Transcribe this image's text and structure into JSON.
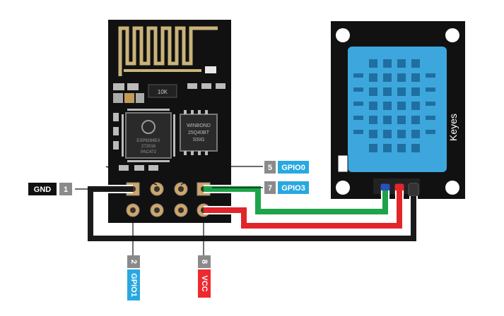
{
  "esp_module": {
    "chip_text": [
      "ESP8266EX",
      "272016",
      "PAC472"
    ],
    "flash_text": [
      "WINBOND",
      "25Q40BT",
      "SSIG"
    ],
    "cap_text": "10K"
  },
  "sensor_module": {
    "brand": "Keyes"
  },
  "pins": {
    "gnd": {
      "name": "GND",
      "number": "1"
    },
    "gpio0": {
      "name": "GPIO0",
      "number": "5"
    },
    "gpio3": {
      "name": "GPIO3",
      "number": "7"
    },
    "gpio1": {
      "name": "GPIO1",
      "number": "2"
    },
    "vcc": {
      "name": "VCC",
      "number": "8"
    }
  },
  "colors": {
    "board": "#111111",
    "sensor_blue": "#3da6dd",
    "wire_black": "#1a1a1a",
    "wire_green": "#1ea34a",
    "wire_red": "#e0262b",
    "gpio_tag": "#29a8e0",
    "vcc_tag": "#ee2a2e",
    "number_tag": "#8a8a8a",
    "gnd_tag": "#111111"
  }
}
